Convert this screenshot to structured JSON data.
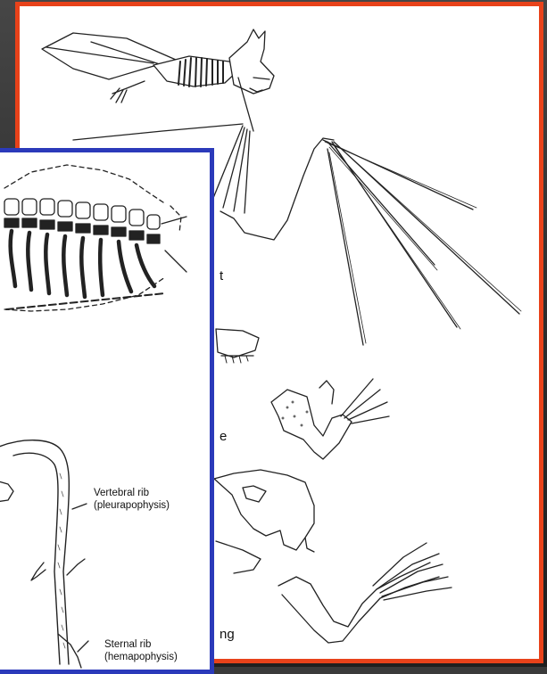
{
  "slides": {
    "back": {
      "border_color": "#e8421a",
      "fragments": [
        "t",
        "e",
        "ng"
      ]
    },
    "front": {
      "border_color": "#2b3aba",
      "labels": {
        "vertebral_rib": [
          "Vertebral rib",
          "(pleurapophysis)"
        ],
        "sternal_rib": [
          "Sternal rib",
          "(hemapophysis)"
        ]
      }
    }
  },
  "icons": [
    "bat-skeleton-drawing",
    "wing-bones-drawing",
    "skull-drawing",
    "forelimb-drawing",
    "hindlimb-drawing",
    "vertebral-column-drawing",
    "rib-drawing"
  ]
}
